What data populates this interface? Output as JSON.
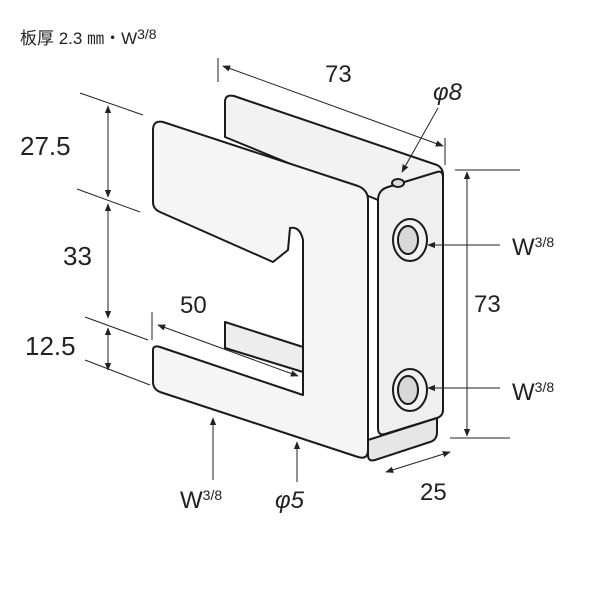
{
  "header": {
    "spec": "板厚 2.3 ㎜・W",
    "spec_frac": "3/8"
  },
  "dimensions": {
    "top_length": "73",
    "top_hole": "φ8",
    "upper_arm": "27.5",
    "slot_gap": "33",
    "lower_arm": "12.5",
    "slot_depth": "50",
    "height": "73",
    "width": "25",
    "bottom_hole": "φ5"
  },
  "threads": {
    "right_upper": {
      "main": "W",
      "frac": "3/8"
    },
    "right_lower": {
      "main": "W",
      "frac": "3/8"
    },
    "bottom": {
      "main": "W",
      "frac": "3/8"
    }
  }
}
